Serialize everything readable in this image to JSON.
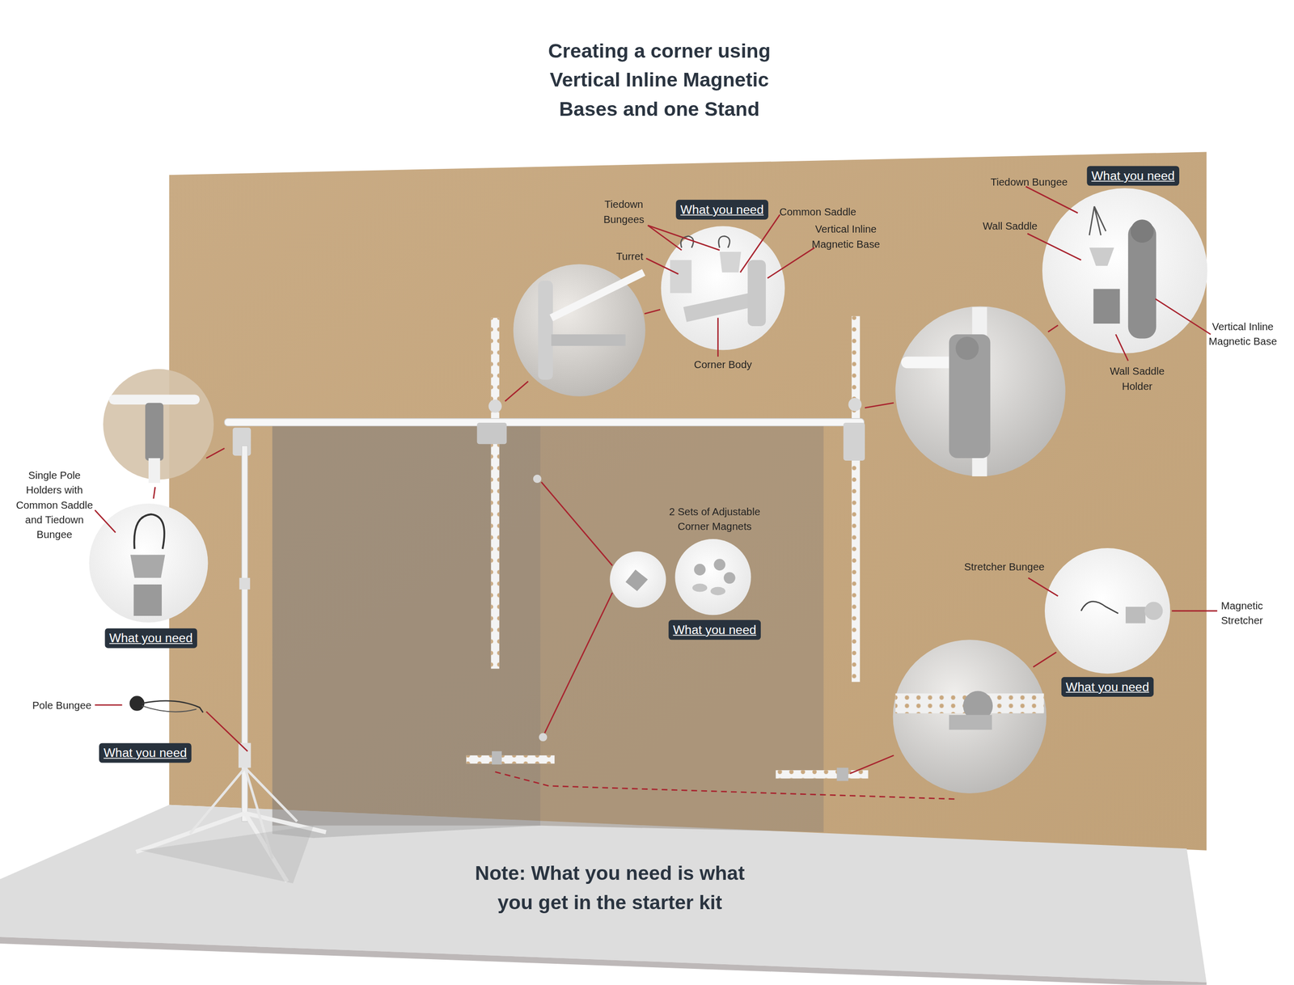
{
  "diagram": {
    "title": "Creating a corner using Vertical Inline Magnetic Bases and one Stand",
    "nodes": [
      {
        "text": [
          "What you need"
        ]
      },
      {
        "text": [
          "What you need"
        ]
      },
      {
        "text": [
          "What you need"
        ]
      },
      {
        "text": [
          "What you need"
        ]
      },
      {
        "text": [
          "What you need"
        ]
      },
      {
        "text": [
          "What you need"
        ]
      }
    ],
    "labels": [
      "Tiedown Bungees",
      "Common Saddle",
      "Vertical Inline Magnetic Base",
      "Turret",
      "Corner Body",
      "Tiedown Bungee",
      "Wall Saddle",
      "Vertical Inline Magnetic Base",
      "Wall Saddle Holder",
      "Single Pole Holders with Common Saddle and Tiedown Bungee",
      "2 Sets of Adjustable Corner Magnets",
      "Stretcher Bungee",
      "Magnetic Stretcher",
      "Pole Bungee",
      "Note: What you need is what you get in the starter kit"
    ]
  }
}
